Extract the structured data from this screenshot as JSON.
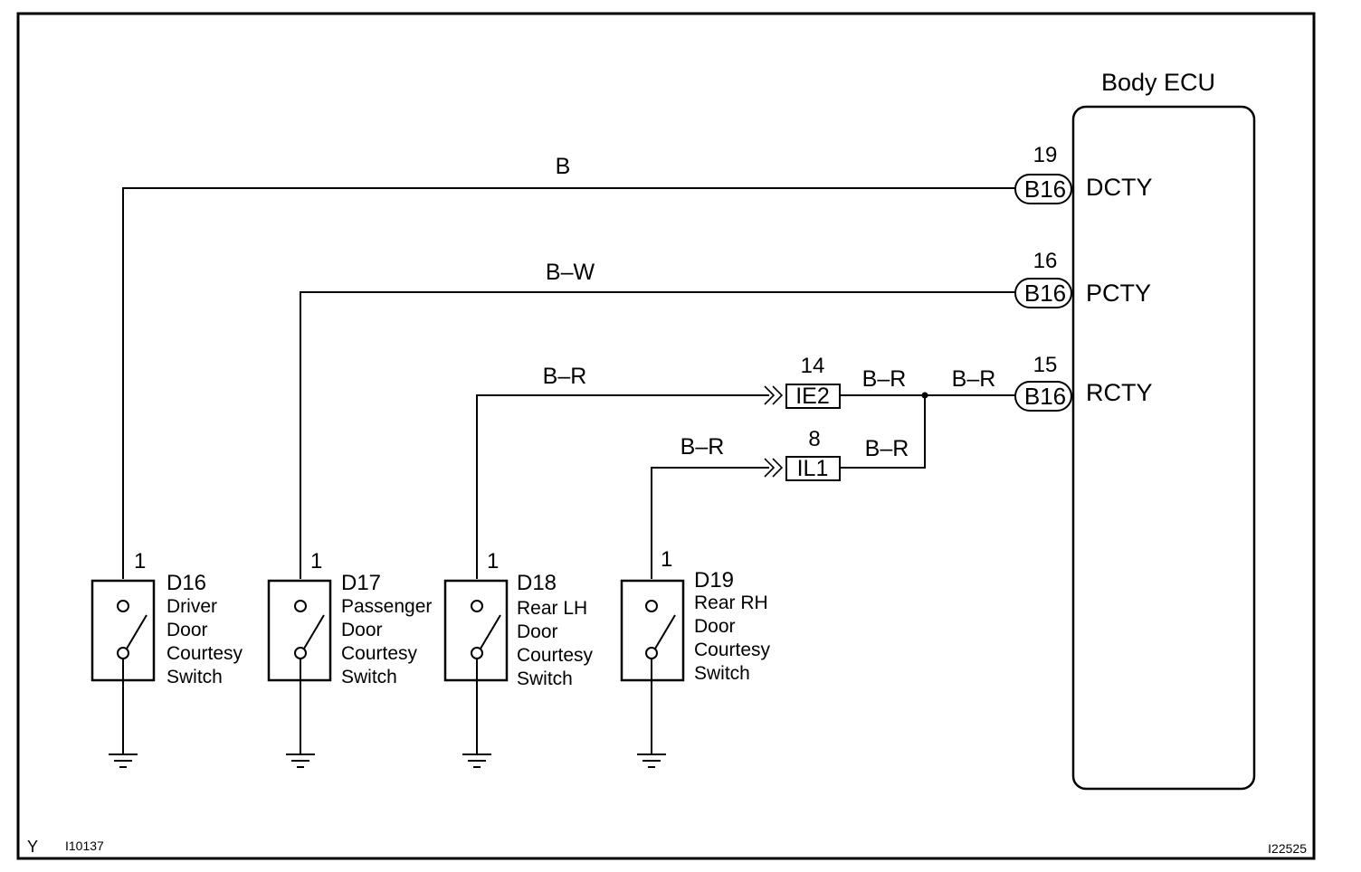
{
  "ecu": {
    "name": "Body ECU",
    "terminals": [
      {
        "pin": "19",
        "connector": "B16",
        "signal": "DCTY"
      },
      {
        "pin": "16",
        "connector": "B16",
        "signal": "PCTY"
      },
      {
        "pin": "15",
        "connector": "B16",
        "signal": "RCTY"
      }
    ]
  },
  "wires": {
    "driver": "B",
    "passenger": "B–W",
    "rear_lh": "B–R",
    "rear_lh_out": "B–R",
    "rear_common": "B–R",
    "rear_rh": "B–R",
    "rear_rh_out": "B–R"
  },
  "junctions": [
    {
      "pin": "14",
      "id": "IE2"
    },
    {
      "pin": "8",
      "id": "IL1"
    }
  ],
  "switches": [
    {
      "pin": "1",
      "id": "D16",
      "lines": [
        "Driver",
        "Door",
        "Courtesy",
        "Switch"
      ]
    },
    {
      "pin": "1",
      "id": "D17",
      "lines": [
        "Passenger",
        "Door",
        "Courtesy",
        "Switch"
      ]
    },
    {
      "pin": "1",
      "id": "D18",
      "lines": [
        "Rear LH",
        "Door",
        "Courtesy",
        "Switch"
      ]
    },
    {
      "pin": "1",
      "id": "D19",
      "lines": [
        "Rear RH",
        "Door",
        "Courtesy",
        "Switch"
      ]
    }
  ],
  "footer": {
    "left_code": "Y",
    "left_id": "I10137",
    "right_id": "I22525"
  }
}
